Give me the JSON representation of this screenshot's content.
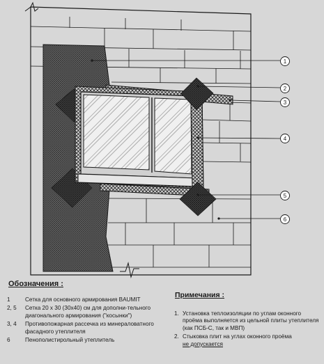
{
  "callouts": [
    "1",
    "2",
    "3",
    "4",
    "5",
    "6"
  ],
  "legend": {
    "title": "Обозначения :",
    "items": [
      {
        "num": "1",
        "text": "Сетка для основного армирования BAUMIT"
      },
      {
        "num": "2, 5",
        "text": "Сетка 20 х 30 (30х40) см для дополни-тельного диагонального армирования (\"косынки\")"
      },
      {
        "num": "3, 4",
        "text": "Противопожарная рассечка из минераловатного фасадного утеплителя"
      },
      {
        "num": "6",
        "text": "Пенополистирольный утеплитель"
      }
    ]
  },
  "notes": {
    "title": "Примечания :",
    "item1": {
      "num": "1.",
      "text": "Установка теплоизоляции по углам оконного проёма выполняется из цельной плиты утеплителя (как ПСБ-С, так и МВП)"
    },
    "item2": {
      "num": "2.",
      "text": "Стыковка плит на углах оконного проёма",
      "text_underlined": "не допускается"
    }
  },
  "colors": {
    "background": "#d7d7d7",
    "line": "#1a1a1a",
    "mesh": "#555555",
    "glass": "#f2f2f2"
  }
}
